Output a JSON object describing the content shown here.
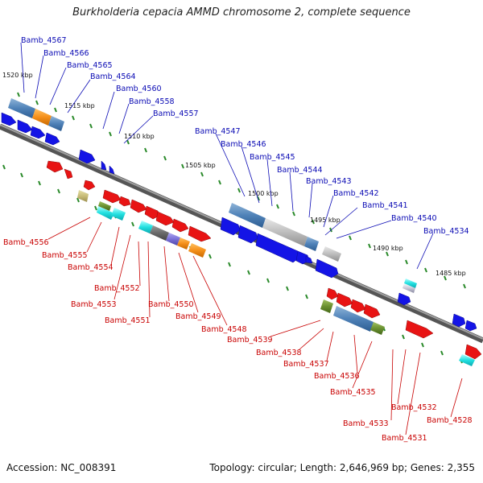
{
  "title": "Burkholderia cepacia AMMD chromosome 2, complete sequence",
  "accession": "Accession: NC_008391",
  "topology": "Topology: circular; Length: 2,646,969 bp; Genes: 2,355",
  "scale_labels": [
    "1520 kbp",
    "1515 kbp",
    "1510 kbp",
    "1505 kbp",
    "1500 kbp",
    "1495 kbp",
    "1490 kbp",
    "1485 kbp"
  ],
  "forward_genes": [
    "Bamb_4567",
    "Bamb_4566",
    "Bamb_4565",
    "Bamb_4564",
    "Bamb_4560",
    "Bamb_4558",
    "Bamb_4557",
    "Bamb_4547",
    "Bamb_4546",
    "Bamb_4545",
    "Bamb_4544",
    "Bamb_4543",
    "Bamb_4542",
    "Bamb_4541",
    "Bamb_4540",
    "Bamb_4534"
  ],
  "reverse_genes": [
    "Bamb_4556",
    "Bamb_4555",
    "Bamb_4554",
    "Bamb_4552",
    "Bamb_4553",
    "Bamb_4551",
    "Bamb_4550",
    "Bamb_4549",
    "Bamb_4548",
    "Bamb_4539",
    "Bamb_4538",
    "Bamb_4537",
    "Bamb_4536",
    "Bamb_4535",
    "Bamb_4533",
    "Bamb_4532",
    "Bamb_4531",
    "Bamb_4528"
  ],
  "colors": {
    "forward_label": "#0a0ab4",
    "reverse_label": "#c80000",
    "forward_gene": "#1010e0",
    "reverse_gene": "#e01010",
    "backbone": "#707070",
    "tick": "#2a8a2a"
  }
}
